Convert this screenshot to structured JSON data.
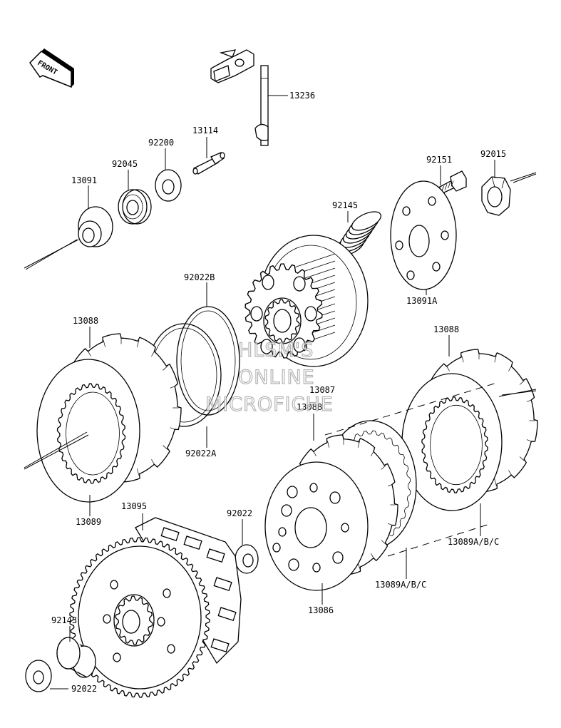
{
  "labels": {
    "p13236": "13236",
    "p13114": "13114",
    "p92200": "92200",
    "p92045": "92045",
    "p13091": "13091",
    "p92151": "92151",
    "p92015": "92015",
    "p92145": "92145",
    "p92022B": "92022B",
    "p13091A": "13091A",
    "p13088_left": "13088",
    "p13088_right": "13088",
    "p13087": "13087",
    "p13088_mid": "13088",
    "p92022A": "92022A",
    "p13089": "13089",
    "p13095": "13095",
    "p92022_mid": "92022",
    "p13089ABC_right": "13089A/B/C",
    "p13089ABC_mid": "13089A/B/C",
    "p13086": "13086",
    "p92143": "92143",
    "p92022_bottom": "92022"
  },
  "front_badge": "FRONT",
  "watermark": {
    "line1": "HLSM'S",
    "line2": "ONLINE",
    "line3": "MICROFICHE"
  }
}
